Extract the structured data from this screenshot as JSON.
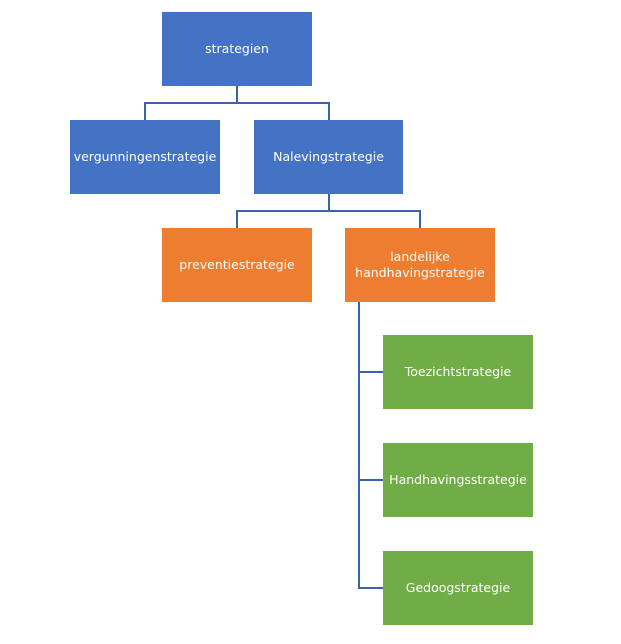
{
  "diagram": {
    "type": "organization-hierarchy",
    "colors": {
      "level1": "#4472C4",
      "level2": "#4472C4",
      "level3": "#ED7D31",
      "level4": "#70AD47",
      "connector": "#3B63A8"
    },
    "nodes": {
      "root": {
        "label": "strategien"
      },
      "vergunning": {
        "label": "vergunningenstrategie",
        "parent": "root"
      },
      "naleving": {
        "label": "Nalevingstrategie",
        "parent": "root"
      },
      "preventie": {
        "label": "preventiestrategie",
        "parent": "naleving"
      },
      "landelijke": {
        "label": "landelijke handhavingstrategie",
        "parent": "naleving"
      },
      "toezicht": {
        "label": "Toezichtstrategie",
        "parent": "landelijke"
      },
      "handhaving": {
        "label": "Handhavingsstrategie",
        "parent": "landelijke"
      },
      "gedoog": {
        "label": "Gedoogstrategie",
        "parent": "landelijke"
      }
    }
  }
}
